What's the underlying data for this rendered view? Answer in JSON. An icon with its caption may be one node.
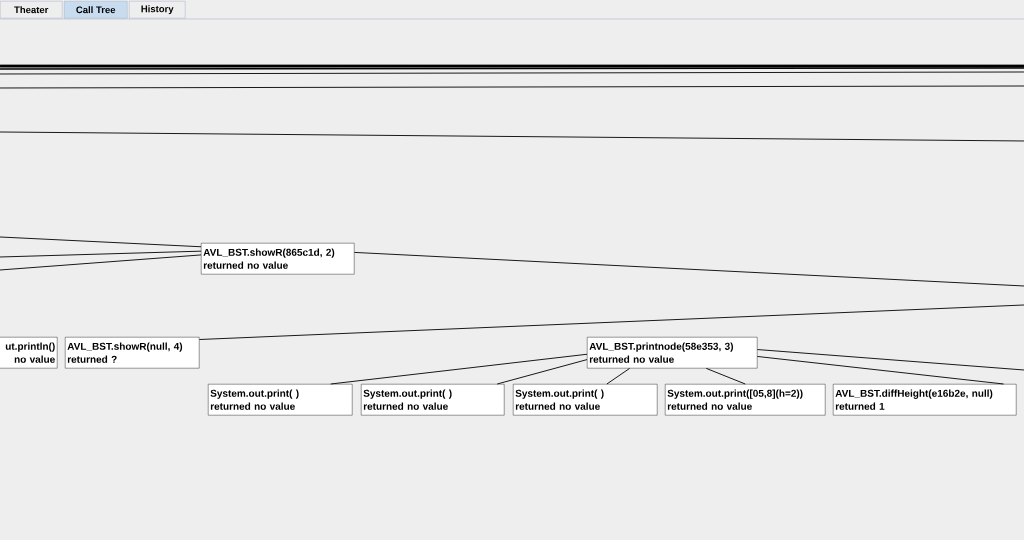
{
  "diagram": {
    "nodes": [
      {
        "text": [
          "AVL_BST.showR(865c1d, 2)",
          "returned no value"
        ]
      },
      {
        "text": [
          "ut.println()",
          "no value"
        ]
      },
      {
        "text": [
          "AVL_BST.showR(null, 4)",
          "returned ?"
        ]
      },
      {
        "text": [
          "AVL_BST.printnode(58e353, 3)",
          "returned no value"
        ]
      },
      {
        "text": [
          "System.out.print( )",
          "returned no value"
        ]
      },
      {
        "text": [
          "System.out.print( )",
          "returned no value"
        ]
      },
      {
        "text": [
          "System.out.print( )",
          "returned no value"
        ]
      },
      {
        "text": [
          "System.out.print([05,8](h=2))",
          "returned no value"
        ]
      },
      {
        "text": [
          "AVL_BST.diffHeight(e16b2e, null)",
          "returned 1"
        ]
      }
    ],
    "edges": [
      {
        "from": null,
        "to": 0,
        "arrow": "none"
      },
      {
        "from": null,
        "to": 0,
        "arrow": "none"
      },
      {
        "from": null,
        "to": 0,
        "arrow": "none"
      },
      {
        "from": 0,
        "to": null,
        "arrow": "none"
      },
      {
        "from": 2,
        "to": null,
        "arrow": "none"
      },
      {
        "from": 3,
        "to": 4,
        "arrow": "none"
      },
      {
        "from": 3,
        "to": 5,
        "arrow": "none"
      },
      {
        "from": 3,
        "to": 6,
        "arrow": "none"
      },
      {
        "from": 3,
        "to": 7,
        "arrow": "none"
      },
      {
        "from": 3,
        "to": 8,
        "arrow": "none"
      },
      {
        "from": 3,
        "to": null,
        "arrow": "none"
      }
    ],
    "labels": [
      "Theater",
      "Call Tree",
      "History"
    ]
  }
}
